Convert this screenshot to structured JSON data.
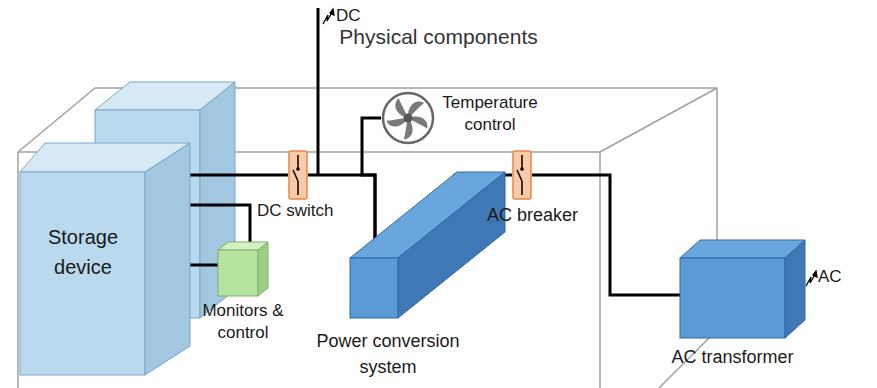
{
  "diagram": {
    "title": "Physical components",
    "nodes": [
      {
        "text": [
          "Storage device"
        ]
      },
      {
        "text": [
          "Monitors & control"
        ]
      },
      {
        "text": [
          "DC switch"
        ]
      },
      {
        "text": [
          "Temperature control"
        ]
      },
      {
        "text": [
          "Power conversion system"
        ]
      },
      {
        "text": [
          "AC breaker"
        ]
      },
      {
        "text": [
          "AC transformer"
        ]
      }
    ],
    "edges": [
      {
        "from": 0,
        "to": 2,
        "arrow": "none"
      },
      {
        "from": 0,
        "to": 1,
        "arrow": "none"
      },
      {
        "from": 0,
        "to": 1,
        "arrow": "none"
      },
      {
        "from": 2,
        "to": 4,
        "arrow": "none"
      },
      {
        "from": 3,
        "to": 4,
        "arrow": "none"
      },
      {
        "from": 4,
        "to": 5,
        "arrow": "none"
      },
      {
        "from": 5,
        "to": 6,
        "arrow": "none"
      }
    ],
    "labels": [
      "DC",
      "AC"
    ]
  }
}
